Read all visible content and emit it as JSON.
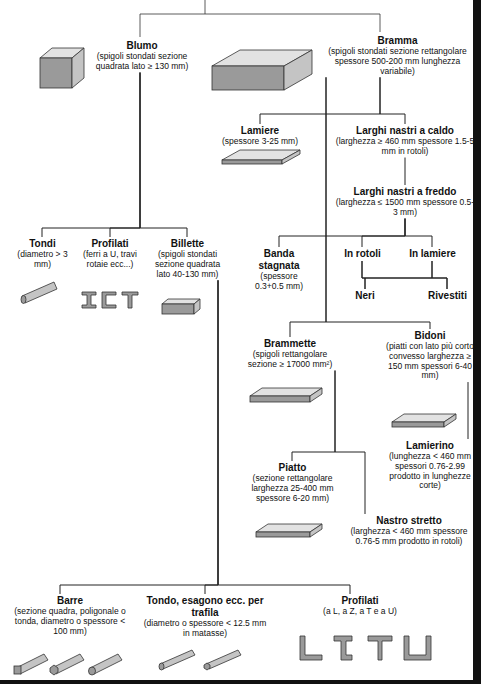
{
  "diagram": {
    "nodes": [
      {
        "text": [
          "Blumo",
          "(spigoli stondati sezione quadrata lato ≥ 130 mm)"
        ]
      },
      {
        "text": [
          "Bramma",
          "(spigoli stondati sezione rettangolare spessore 500-200 mm lunghezza variabile)"
        ]
      },
      {
        "text": [
          "Lamiere",
          "(spessore 3-25 mm)"
        ]
      },
      {
        "text": [
          "Larghi nastri a caldo",
          "(larghezza ≥ 460 mm spessore 1.5-5 mm in rotoli)"
        ]
      },
      {
        "text": [
          "Larghi nastri a freddo",
          "(larghezza ≤ 1500 mm spessore 0.5-3 mm)"
        ]
      },
      {
        "text": [
          "Tondi",
          "(diametro > 3 mm)"
        ]
      },
      {
        "text": [
          "Profilati",
          "(ferri a U, travi rotaie ecc...)"
        ]
      },
      {
        "text": [
          "Billette",
          "(spigoli stondati sezione quadrata lato 40-130 mm)"
        ]
      },
      {
        "text": [
          "Banda stagnata",
          "(spessore 0.3+0.5 mm)"
        ]
      },
      {
        "text": [
          "In rotoli"
        ]
      },
      {
        "text": [
          "In lamiere"
        ]
      },
      {
        "text": [
          "Neri"
        ]
      },
      {
        "text": [
          "Rivestiti"
        ]
      },
      {
        "text": [
          "Brammette",
          "(spigoli rettangolare sezione ≥ 17000 mm²)"
        ]
      },
      {
        "text": [
          "Bidoni",
          "(piatti con lato più corto convesso larghezza ≥ 150 mm spessori 6-40 mm)"
        ]
      },
      {
        "text": [
          "Lamierino",
          "(lunghezza < 460 mm spessori 0.76-2.99 prodotto in lunghezze corte)"
        ]
      },
      {
        "text": [
          "Piatto",
          "(sezione rettangolare larghezza 25-400 mm spessore 6-20 mm)"
        ]
      },
      {
        "text": [
          "Nastro stretto",
          "(larghezza < 460 mm spessore 0.76-5 mm prodotto in rotoli)"
        ]
      },
      {
        "text": [
          "Barre",
          "(sezione quadra, poligonale o tonda, diametro o spessore < 100 mm)"
        ]
      },
      {
        "text": [
          "Tondo, esagono ecc. per trafila",
          "(diametro o spessore < 12.5 mm in matasse)"
        ]
      },
      {
        "text": [
          "Profilati",
          "(a L, a Z, a T e a U)"
        ]
      }
    ],
    "edges": [
      {
        "from": 0,
        "to": 5,
        "arrow": "none"
      },
      {
        "from": 0,
        "to": 6,
        "arrow": "none"
      },
      {
        "from": 0,
        "to": 7,
        "arrow": "none"
      },
      {
        "from": 1,
        "to": 2,
        "arrow": "none"
      },
      {
        "from": 1,
        "to": 3,
        "arrow": "none"
      },
      {
        "from": 3,
        "to": 4,
        "arrow": "none"
      },
      {
        "from": 4,
        "to": 8,
        "arrow": "none"
      },
      {
        "from": 4,
        "to": 9,
        "arrow": "none"
      },
      {
        "from": 4,
        "to": 10,
        "arrow": "none"
      },
      {
        "from": 9,
        "to": 11,
        "arrow": "none"
      },
      {
        "from": 9,
        "to": 12,
        "arrow": "none"
      },
      {
        "from": 10,
        "to": 11,
        "arrow": "none"
      },
      {
        "from": 10,
        "to": 12,
        "arrow": "none"
      },
      {
        "from": 1,
        "to": 13,
        "arrow": "none"
      },
      {
        "from": 1,
        "to": 14,
        "arrow": "none"
      },
      {
        "from": 14,
        "to": 15,
        "arrow": "none"
      },
      {
        "from": 13,
        "to": 16,
        "arrow": "none"
      },
      {
        "from": 13,
        "to": 17,
        "arrow": "none"
      },
      {
        "from": 7,
        "to": 18,
        "arrow": "none"
      },
      {
        "from": 7,
        "to": 19,
        "arrow": "none"
      },
      {
        "from": 7,
        "to": 20,
        "arrow": "none"
      }
    ]
  }
}
